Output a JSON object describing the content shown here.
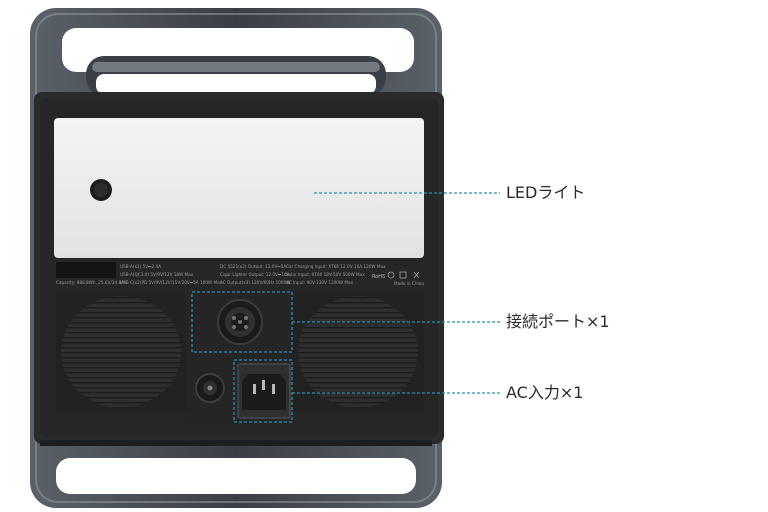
{
  "callouts": {
    "led_light": "LEDライト",
    "connection_port": "接続ポート×1",
    "ac_input": "AC入力×1"
  },
  "panel_text": {
    "line_1a": "USB-A(x2) 5V⎓2.4A",
    "line_1b": "DC 5521(x2) Output: 12.0V⎓5A",
    "line_1c": "Car Charging Input: XT60 12.0V  10A 120W Max",
    "line_2a": "USB-A(QC3.0) 5V/9V/12V 18W Max",
    "line_2b": "Cigar Lighter Output: 12.0V⎓10A",
    "line_2c": "Solar Input: XT60 18V-50V 500W Max",
    "line_3a": "Capacity: 888.8Wh, 25.6V/34.8Ah",
    "line_3b": "USB-C(x2)PD 5V/9V/12V/15V/20V⎓5A 100W Max",
    "line_3c": "AC Output(x3) 120V/60Hz 1000W",
    "line_3d": "AC Input: 90V-130V 1200W Max",
    "made_in": "Made in China",
    "rohs": "RoHS"
  },
  "colors": {
    "frame": "#3f454b",
    "frame_highlight": "#8d949b",
    "body": "#2b2b2c",
    "led_panel": "#efefef",
    "callout_line": "#2a8fb0"
  }
}
